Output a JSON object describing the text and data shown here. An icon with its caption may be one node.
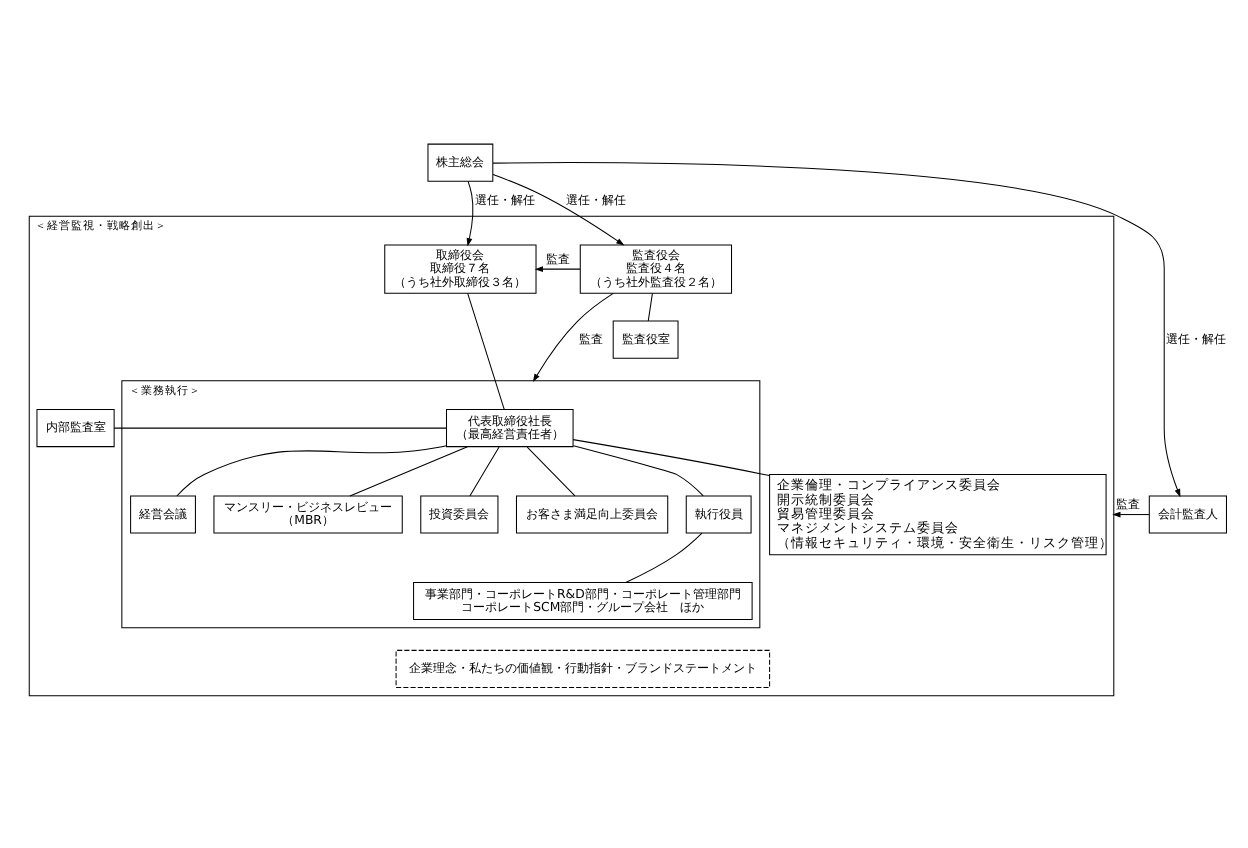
{
  "diagram": {
    "nodes": [
      {
        "text": [
          "株主総会"
        ]
      },
      {
        "text": [
          "＜経営監視・戦略創出＞"
        ]
      },
      {
        "text": [
          "取締役会",
          "取締役７名",
          "（うち社外取締役３名）"
        ],
        "in": 1
      },
      {
        "text": [
          "監査役会",
          "監査役４名",
          "（うち社外監査役２名）"
        ],
        "in": 1
      },
      {
        "text": [
          "監査役室"
        ],
        "in": 1
      },
      {
        "text": [
          "＜業務執行＞"
        ],
        "in": 1
      },
      {
        "text": [
          "内部監査室"
        ],
        "in": 1
      },
      {
        "text": [
          "企業倫理・コンプライアンス委員会",
          "開示統制委員会",
          "貿易管理委員会",
          "マネジメントシステム委員会",
          "（情報セキュリティ・環境・安全衛生・リスク管理）"
        ],
        "in": 1
      },
      {
        "text": [
          "代表取締役社長",
          "（最高経営責任者）"
        ],
        "in": 5
      },
      {
        "text": [
          "経営会議"
        ],
        "in": 5
      },
      {
        "text": [
          "マンスリー・ビジネスレビュー",
          "（MBR）"
        ],
        "in": 5
      },
      {
        "text": [
          "投資委員会"
        ],
        "in": 5
      },
      {
        "text": [
          "お客さま満足向上委員会"
        ],
        "in": 5
      },
      {
        "text": [
          "執行役員"
        ],
        "in": 5
      },
      {
        "text": [
          "事業部門・コーポレートR&D部門・コーポレート管理部門",
          "コーポレートSCM部門・グループ会社　ほか"
        ],
        "in": 5
      },
      {
        "text": [
          "企業理念・私たちの価値観・行動指針・ブランドステートメント"
        ],
        "in": 1
      },
      {
        "text": [
          "会計監査人"
        ]
      }
    ],
    "edges": [
      {
        "from": 0,
        "to": 2,
        "arrow": "to",
        "label": "選任・解任"
      },
      {
        "from": 0,
        "to": 3,
        "arrow": "to",
        "label": "選任・解任"
      },
      {
        "from": 0,
        "to": 16,
        "arrow": "to",
        "label": "選任・解任"
      },
      {
        "from": 3,
        "to": 2,
        "arrow": "to",
        "label": "監査"
      },
      {
        "from": 3,
        "to": 4,
        "arrow": "none"
      },
      {
        "from": 3,
        "to": 5,
        "arrow": "to",
        "label": "監査"
      },
      {
        "from": 16,
        "to": 1,
        "arrow": "to",
        "label": "監査"
      },
      {
        "from": 2,
        "to": 8,
        "arrow": "none"
      },
      {
        "from": 6,
        "to": 8,
        "arrow": "none"
      },
      {
        "from": 7,
        "to": 8,
        "arrow": "none"
      },
      {
        "from": 8,
        "to": 9,
        "arrow": "none"
      },
      {
        "from": 8,
        "to": 10,
        "arrow": "none"
      },
      {
        "from": 8,
        "to": 11,
        "arrow": "none"
      },
      {
        "from": 8,
        "to": 12,
        "arrow": "none"
      },
      {
        "from": 8,
        "to": 13,
        "arrow": "none"
      },
      {
        "from": 13,
        "to": 14,
        "arrow": "none"
      }
    ]
  }
}
